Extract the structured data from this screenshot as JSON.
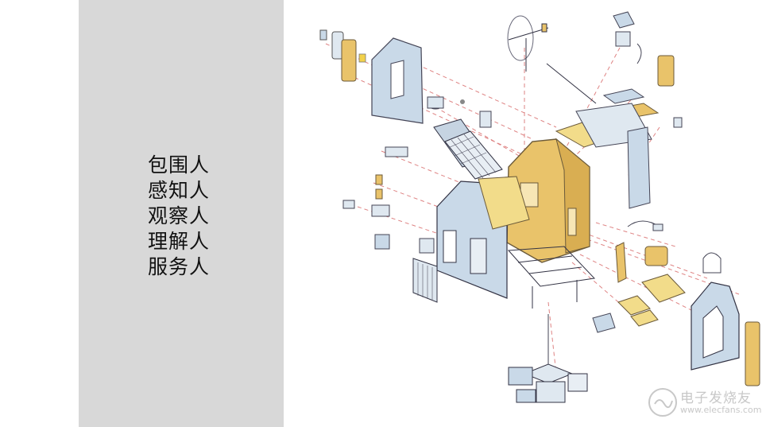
{
  "slide": {
    "title_lines": [
      "包围人",
      "感知人",
      "观察人",
      "理解人",
      "服务人"
    ]
  },
  "watermark": {
    "logo_text": "电子发烧友",
    "url": "www.elecfans.com"
  },
  "colors": {
    "panel_gray": "#d8d8d8",
    "wood": "#e9c36a",
    "frame_blue": "#c9d9e8",
    "dash_red": "#d45a5a"
  }
}
